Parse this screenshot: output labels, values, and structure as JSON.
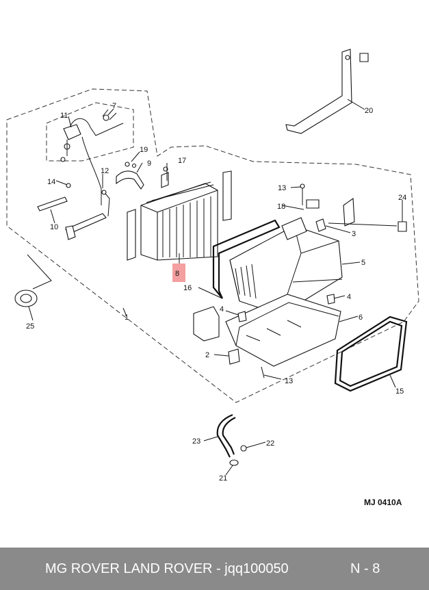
{
  "diagram": {
    "reference_code": "MJ 0410A",
    "highlighted_callout": "8",
    "highlight_color": "#f4a0a0",
    "callouts": [
      "1",
      "2",
      "3",
      "4",
      "4",
      "5",
      "6",
      "7",
      "8",
      "9",
      "10",
      "11",
      "12",
      "13",
      "13",
      "14",
      "15",
      "16",
      "17",
      "18",
      "19",
      "20",
      "21",
      "22",
      "23",
      "24",
      "25"
    ]
  },
  "footer": {
    "brand_part": "MG ROVER LAND ROVER - jqq100050",
    "callout_ref": "N - 8",
    "background": "#8a8a8a"
  }
}
